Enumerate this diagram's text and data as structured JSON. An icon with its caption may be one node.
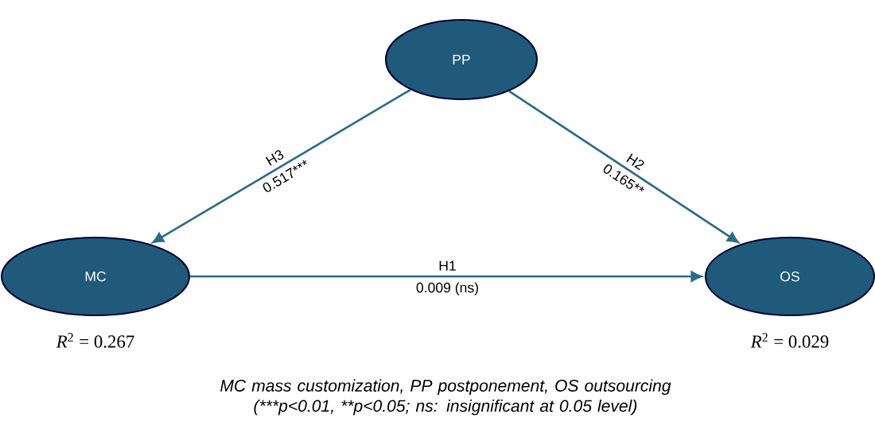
{
  "diagram": {
    "caption": "MC mass customization, PP postponement, OS outsourcing (***p<0.01, **p<0.05; ns: insignificant at 0.05 level)",
    "nodes": [
      {
        "text": [
          "PP"
        ]
      },
      {
        "text": [
          "MC"
        ],
        "beside": [
          "*R*$^{2}$ = 0.267"
        ]
      },
      {
        "text": [
          "OS"
        ],
        "beside": [
          "*R*$^{2}$ = 0.029"
        ]
      }
    ],
    "edges": [
      {
        "from": 0,
        "to": 1,
        "arrow": "to",
        "label": "H3"
      },
      {
        "from": 0,
        "to": 2,
        "arrow": "to",
        "label": "H2"
      },
      {
        "from": 1,
        "to": 2,
        "arrow": "to",
        "label": "H1"
      }
    ],
    "labels": [
      "0.517***",
      "0.165**",
      "0.009 (ns)"
    ]
  }
}
